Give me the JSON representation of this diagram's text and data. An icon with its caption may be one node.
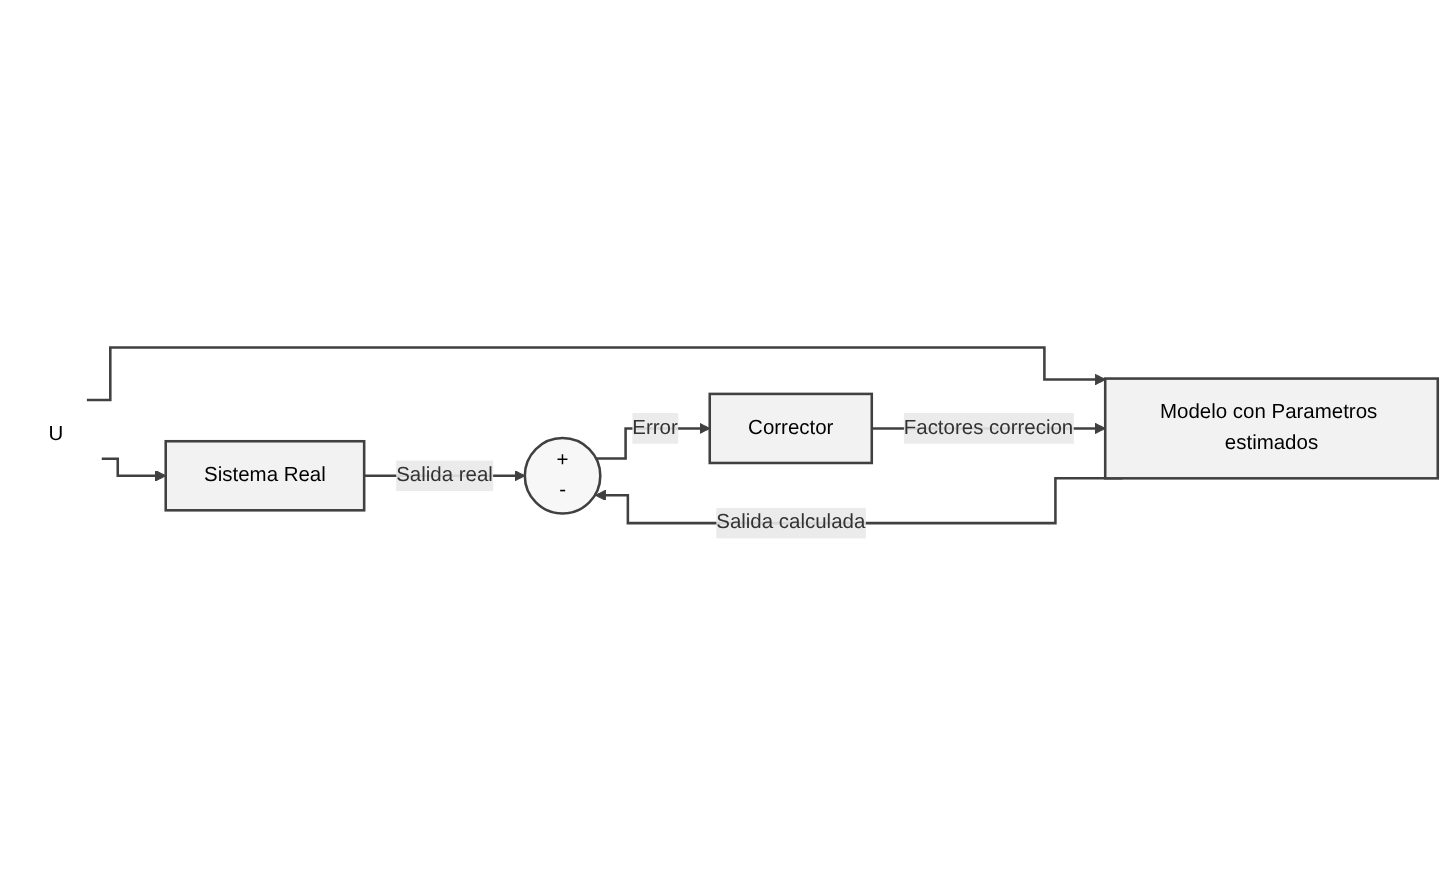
{
  "diagram": {
    "nodes": [
      {
        "text": [
          "U"
        ]
      },
      {
        "text": [
          "Sistema Real"
        ]
      },
      {
        "text": [
          "Modelo con Parametros estimados"
        ]
      },
      {
        "text": [
          "+",
          "-"
        ]
      },
      {
        "text": [
          "Corrector"
        ]
      }
    ],
    "edges": [
      {
        "from": 0,
        "to": 1,
        "arrow": "to"
      },
      {
        "from": 0,
        "to": 2,
        "arrow": "to"
      },
      {
        "from": 1,
        "to": 3,
        "label": "Salida real",
        "arrow": "to"
      },
      {
        "from": 2,
        "to": 3,
        "label": "Salida calculada",
        "arrow": "to"
      },
      {
        "from": 3,
        "to": 4,
        "label": "Error",
        "arrow": "to"
      },
      {
        "from": 4,
        "to": 2,
        "label": "Factores correcion",
        "arrow": "to"
      }
    ]
  }
}
